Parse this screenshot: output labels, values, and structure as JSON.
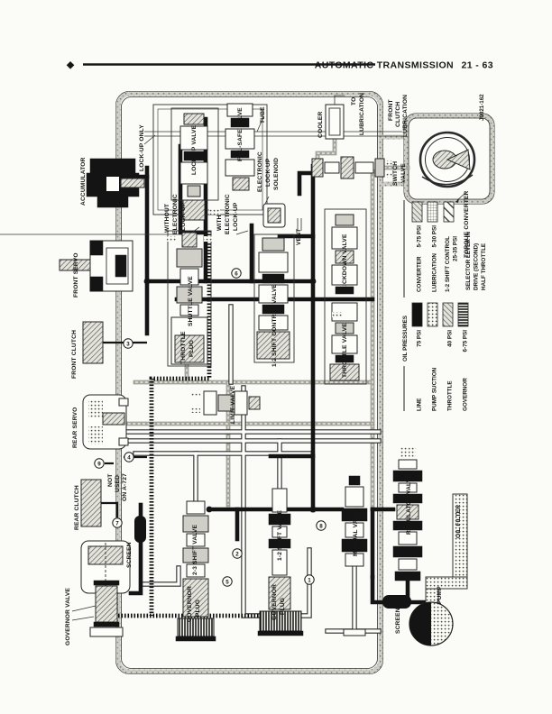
{
  "header": {
    "bullet": "◆",
    "title": "AUTOMATIC TRANSMISSION",
    "page": "21 - 63"
  },
  "figure_code": "J9021-162",
  "legend": {
    "title": "OIL PRESSURES",
    "left": [
      {
        "name": "LINE",
        "psi": "75 PSI",
        "swatch": "solid-black"
      },
      {
        "name": "PUMP SUCTION",
        "psi": "",
        "swatch": "dots"
      },
      {
        "name": "THROTTLE",
        "psi": "40 PSI",
        "swatch": "diagonal-hatch"
      },
      {
        "name": "GOVERNOR",
        "psi": "6-75 PSI",
        "swatch": "vertical-lines"
      }
    ],
    "right": [
      {
        "name": "CONVERTER",
        "psi": "5-75 PSI",
        "swatch": "diagonal-hatch"
      },
      {
        "name": "LUBRICATION",
        "psi": "5-30 PSI",
        "swatch": "grid"
      },
      {
        "name": "1-2 SHIFT CONTROL",
        "psi": "25-35 PSI",
        "swatch": "diagonal-stripe"
      }
    ],
    "condition": [
      "SELECTOR LEVER IN",
      "DRIVE (SECOND)",
      "HALF THROTTLE"
    ]
  },
  "labels": {
    "accumulator": "ACCUMULATOR",
    "front_servo": "FRONT SERVO",
    "front_clutch": "FRONT CLUTCH",
    "rear_servo": "REAR SERVO",
    "not_used": [
      "NOT",
      "USED",
      "ON A-727"
    ],
    "rear_clutch": "REAR CLUTCH",
    "governor_valve": "GOVERNOR VALVE",
    "screen": "SCREEN",
    "pump": "PUMP",
    "oil_filter": "OIL FILTER",
    "regulator_valve": "REGULATOR VALVE",
    "manual_valve": "MANUAL VALVE",
    "shift12_valve": "1-2 SHIFT VALVE",
    "shift23_valve": "2-3 SHIFT VALVE",
    "governor_plug": [
      "GOVERNOR",
      "PLUG"
    ],
    "limit_valve": "LIMIT VALVE",
    "kickdown_valve": "KICKDOWN VALVE",
    "throttle_valve": "THROTTLE VALVE",
    "shuttle_valve": "SHUTTLE VALVE",
    "throttle_plug": [
      "THROTTLE",
      "PLUG"
    ],
    "shift12_control": "1-2 SHIFT CONTROL VALVE",
    "lockup_only": "LOCK-UP ONLY",
    "lockup_valve": "LOCK-UP VALVE",
    "failsafe_valve": "FAIL-SAFE VALVE",
    "tube": "TUBE",
    "solenoid": [
      "ELECTRONIC",
      "LOCK-UP",
      "SOLENOID"
    ],
    "without_lockup": [
      "WITHOUT",
      "ELECTRONIC",
      "LOCK-UP"
    ],
    "with_lockup": [
      "WITH",
      "ELECTRONIC",
      "LOCK-UP"
    ],
    "vent": "VENT",
    "cooler": "COOLER",
    "to_lubrication": [
      "TO",
      "LUBRICATION"
    ],
    "front_clutch_lubrication": [
      "FRONT",
      "CLUTCH",
      "LUBRICATION"
    ],
    "switch_valve": [
      "SWITCH",
      "VALVE"
    ],
    "torque_converter": "TORQUE CONVERTER"
  },
  "balls": [
    "1",
    "2",
    "3",
    "4",
    "5",
    "6",
    "7",
    "8",
    "9"
  ]
}
